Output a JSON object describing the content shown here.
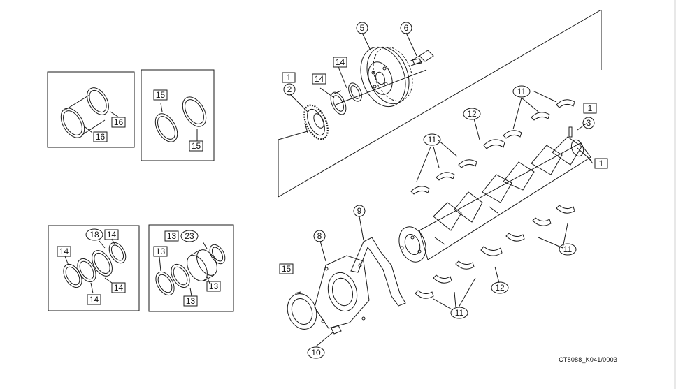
{
  "diagram": {
    "reference_code": "CT8088_K041/0003",
    "callouts": {
      "c1": "1",
      "c2": "2",
      "c3": "3",
      "c5": "5",
      "c6": "6",
      "c8": "8",
      "c9": "9",
      "c10": "10",
      "c11": "11",
      "c12": "12",
      "c13": "13",
      "c14": "14",
      "c15": "15",
      "c16": "16",
      "c18": "18",
      "c23": "23"
    },
    "inset_boxes": [
      "inset-16",
      "inset-15",
      "inset-18-14",
      "inset-13-23"
    ]
  }
}
